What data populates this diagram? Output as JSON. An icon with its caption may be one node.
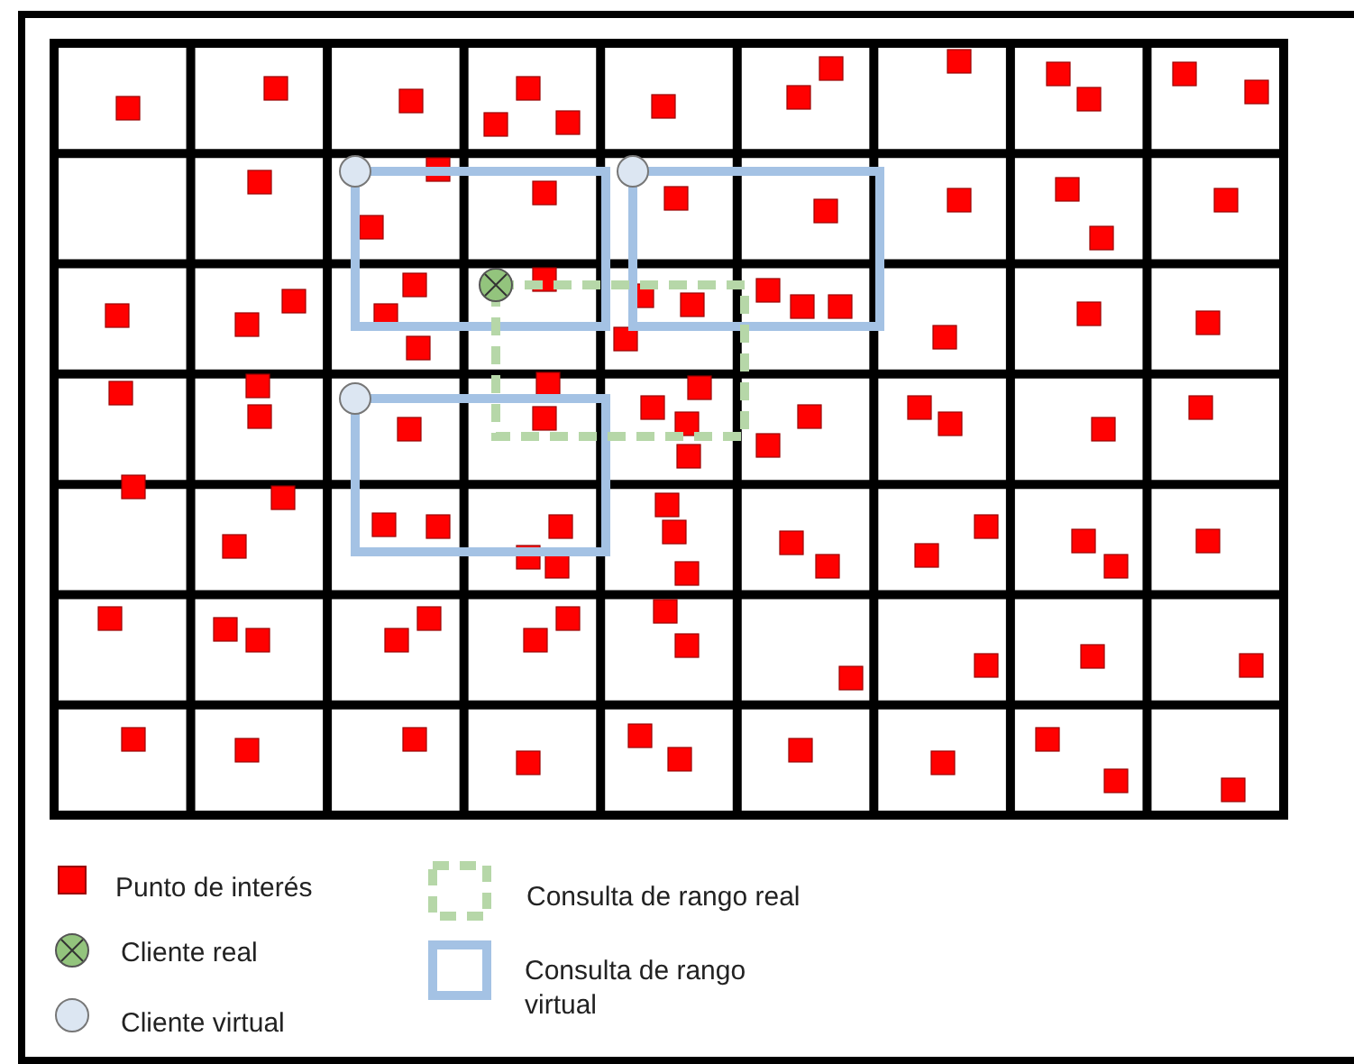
{
  "diagram": {
    "legend": [
      {
        "text": "Punto de interés",
        "color": "#ff0000"
      },
      {
        "text": "Cliente real"
      },
      {
        "text": "Cliente virtual"
      },
      {
        "text": "Consulta de rango real"
      },
      {
        "text": "Consulta de rango virtual"
      }
    ]
  }
}
